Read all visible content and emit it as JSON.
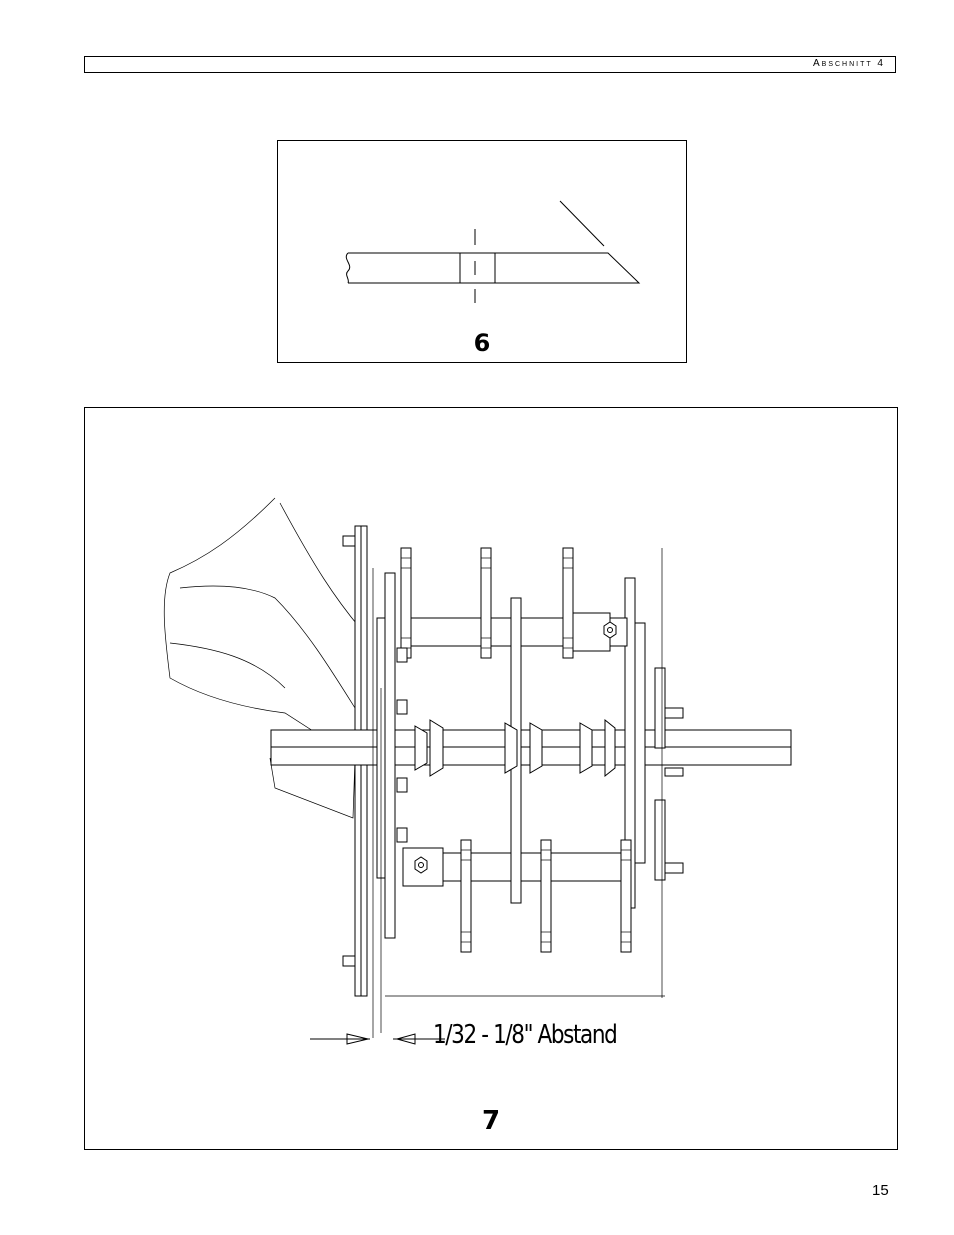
{
  "header": {
    "section": "Abschnitt 4"
  },
  "figure6": {
    "number": "6"
  },
  "figure7": {
    "number": "7",
    "gap_label": "1/32 - 1/8\" Abstand"
  },
  "footer": {
    "page_number": "15"
  }
}
